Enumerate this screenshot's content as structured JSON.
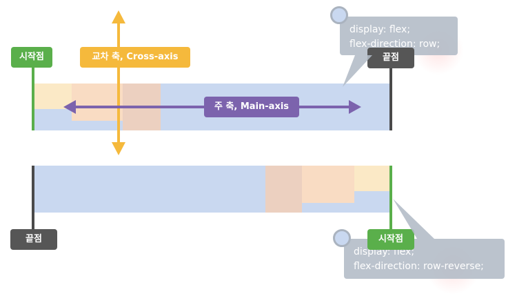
{
  "top_diagram": {
    "start_label": "시작점",
    "end_label": "끝점",
    "cross_axis_label": "교차 축, Cross-axis",
    "main_axis_label": "주 축, Main-axis",
    "code": [
      "display: flex;",
      "flex-direction: row;"
    ]
  },
  "bottom_diagram": {
    "start_label": "시작점",
    "end_label": "끝점",
    "code": [
      "display: flex;",
      "flex-direction: row-reverse;"
    ]
  },
  "colors": {
    "container": "#c9d8f0",
    "item_1": "#fbe9c6",
    "item_2": "#f9dcc3",
    "item_3": "#ecd0c0",
    "start_green": "#5aaf4b",
    "end_dark": "#565656",
    "cross_axis_orange": "#f5b93c",
    "main_axis_purple": "#7c63ad"
  }
}
